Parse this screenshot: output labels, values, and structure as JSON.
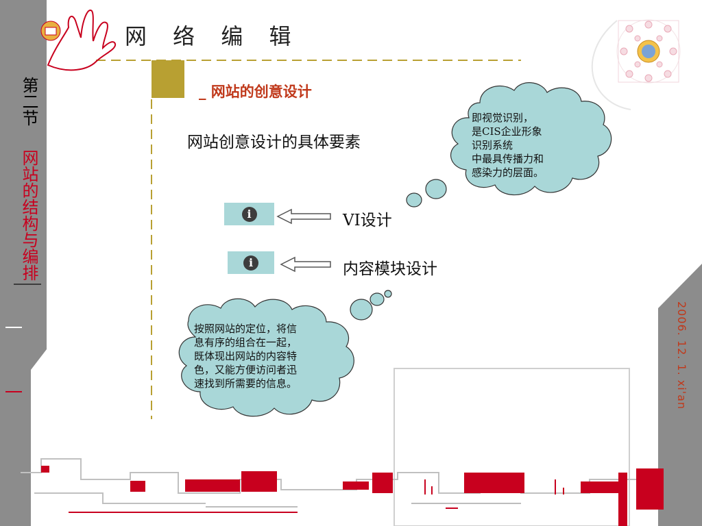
{
  "header": {
    "title": "网 络 编 辑"
  },
  "sidebar": {
    "section_number": "第二节",
    "section_title": "网站的结构与编排"
  },
  "main": {
    "subtitle": "_ 网站的创意设计",
    "heading": "网站创意设计的具体要素",
    "items": [
      {
        "label": "VI设计",
        "icon": "info-icon"
      },
      {
        "label": "内容模块设计",
        "icon": "info-icon"
      }
    ],
    "callouts": [
      {
        "lines": [
          "即视觉识别，",
          "是CIS企业形象",
          "识别系统",
          "中最具传播力和",
          "感染力的层面。"
        ]
      },
      {
        "lines": [
          "按照网站的定位，将信",
          "息有序的组合在一起，",
          "既体现出网站的内容特",
          "色，又能方便访问者迅",
          "速找到所需要的信息。"
        ]
      }
    ]
  },
  "footer": {
    "date": "2006. 12. 1. xi'an"
  },
  "colors": {
    "accent_red": "#c8001e",
    "cloud_fill": "#a9d7d8",
    "sidebar_gray": "#8c8c8c",
    "gold": "#b8a032"
  }
}
